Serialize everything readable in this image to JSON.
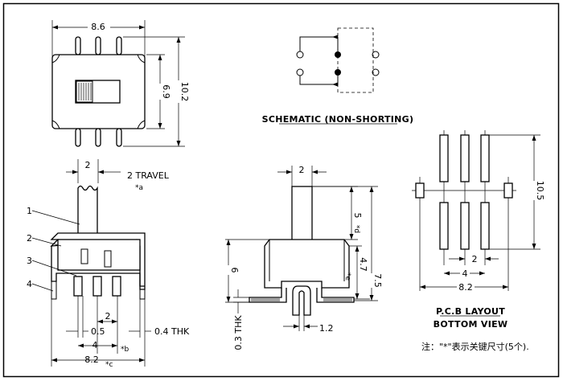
{
  "top_view": {
    "width_dim": "8.6",
    "inner_height_dim": "6.9",
    "outer_height_dim": "10.2"
  },
  "schematic": {
    "title": "SCHEMATIC (NON-SHORTING)"
  },
  "side_view": {
    "stem_width_dim": "2",
    "travel_label": "2 TRAVEL",
    "travel_note": "*a",
    "callouts": [
      "1",
      "2",
      "3",
      "4"
    ],
    "pin_width_dim": "0.5",
    "pitch_dim": "2",
    "thickness_dim": "0.4 THK",
    "pin_span_dim": "4",
    "pin_span_note": "*b",
    "overall_width_dim": "8.2",
    "overall_width_note": "*c"
  },
  "end_view": {
    "stem_width_dim": "2",
    "stem_height_dim": "5",
    "stem_height_note": "*d",
    "body_height_dim": "6",
    "inner_height_dim": "4.7",
    "inner_height_note": "*e",
    "total_height_dim": "7.5",
    "thickness_dim": "0.3 THK",
    "leg_gap_dim": "1.2"
  },
  "pcb_layout": {
    "height_dim": "10.5",
    "pitch_dim": "2",
    "span_dim": "4",
    "overall_dim": "8.2",
    "title_line1": "P.C.B LAYOUT",
    "title_line2": "BOTTOM VIEW"
  },
  "note": "注：\"*\"表示关键尺寸(5个)."
}
